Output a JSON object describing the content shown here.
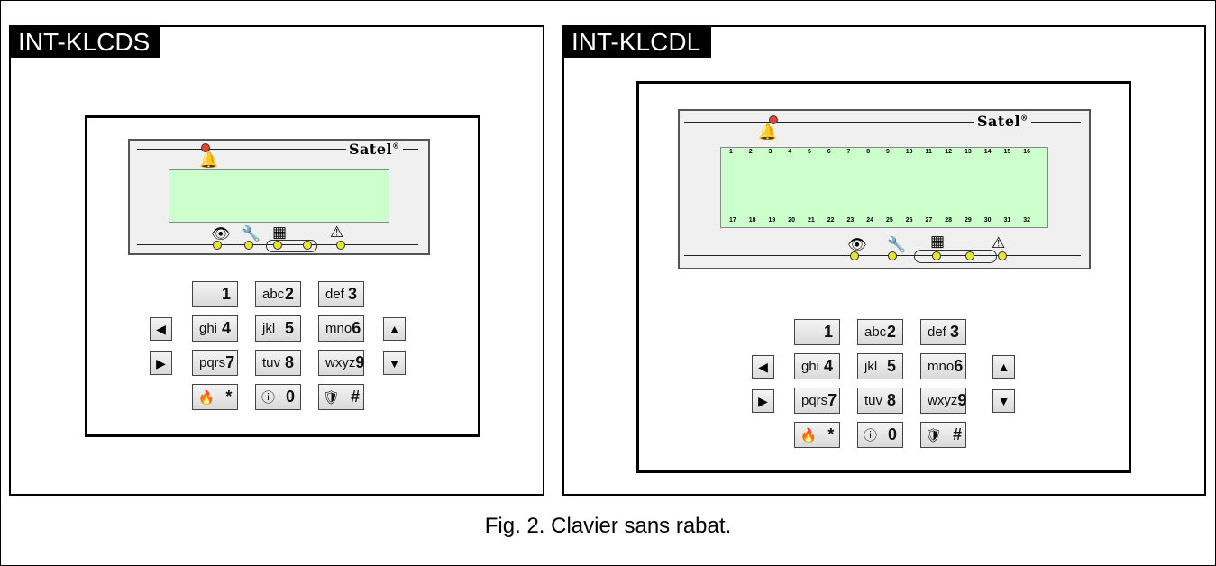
{
  "panels": {
    "left": {
      "title": "INT-KLCDS"
    },
    "right": {
      "title": "INT-KLCDL"
    }
  },
  "brand": {
    "logo": "Satel",
    "mark": "®"
  },
  "display": {
    "top_numbers": [
      "1",
      "2",
      "3",
      "4",
      "5",
      "6",
      "7",
      "8",
      "9",
      "10",
      "11",
      "12",
      "13",
      "14",
      "15",
      "16"
    ],
    "bottom_numbers": [
      "17",
      "18",
      "19",
      "20",
      "21",
      "22",
      "23",
      "24",
      "25",
      "26",
      "27",
      "28",
      "29",
      "30",
      "31",
      "32"
    ]
  },
  "icons": {
    "alarm": "🔔",
    "armed": "👁",
    "service": "🔧",
    "partitions": "▦",
    "trouble": "⚠"
  },
  "led_colors": {
    "alarm": "#e8442c",
    "status": "#e6e630"
  },
  "keys": [
    {
      "name": "key-1",
      "letters": "",
      "digit": "1"
    },
    {
      "name": "key-2",
      "letters": "abc",
      "digit": "2"
    },
    {
      "name": "key-3",
      "letters": "def",
      "digit": "3"
    },
    {
      "name": "key-4",
      "letters": "ghi",
      "digit": "4"
    },
    {
      "name": "key-5",
      "letters": "jkl",
      "digit": "5"
    },
    {
      "name": "key-6",
      "letters": "mno",
      "digit": "6"
    },
    {
      "name": "key-7",
      "letters": "pqrs",
      "digit": "7"
    },
    {
      "name": "key-8",
      "letters": "tuv",
      "digit": "8"
    },
    {
      "name": "key-9",
      "letters": "wxyz",
      "digit": "9"
    },
    {
      "name": "key-star",
      "letters": "🔥",
      "digit": "*"
    },
    {
      "name": "key-0",
      "letters": "ⓘ",
      "digit": "0"
    },
    {
      "name": "key-hash",
      "letters": "🛡",
      "digit": "#"
    }
  ],
  "arrows": {
    "left": "◀",
    "right": "▶",
    "up": "▲",
    "down": "▼"
  },
  "caption": "Fig. 2. Clavier sans rabat."
}
